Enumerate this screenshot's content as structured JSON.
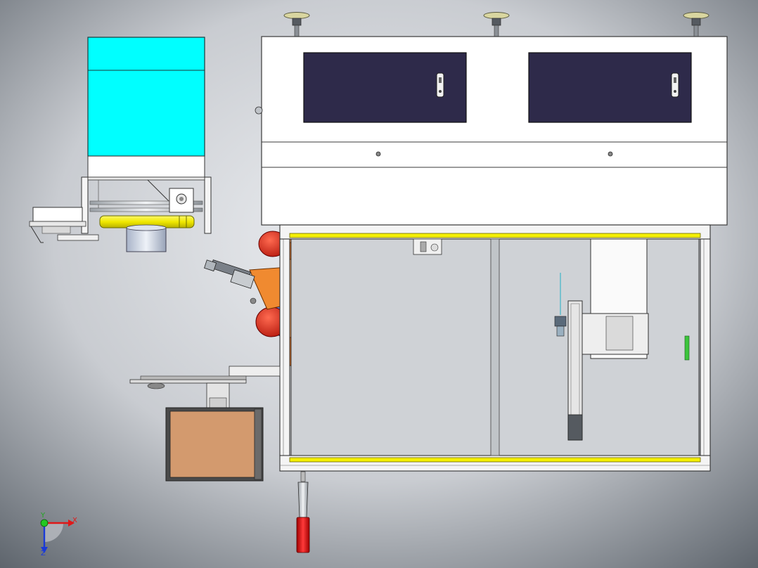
{
  "axis_triad": {
    "x_label": "X",
    "y_label": "Y",
    "z_label": "Z"
  },
  "colors": {
    "background_center": "#eef0f3",
    "background_edge": "#596068",
    "hopper_cyan": "#00ffff",
    "window_glass": "#2e2a4a",
    "safety_yellow": "#f5f000",
    "robot_red": "#e0301f",
    "robot_blue": "#3a67d8",
    "robot_orange": "#f08a30",
    "carton_tan": "#d39a6e",
    "indicator_green": "#3cc43c",
    "handle_red": "#e01818"
  }
}
